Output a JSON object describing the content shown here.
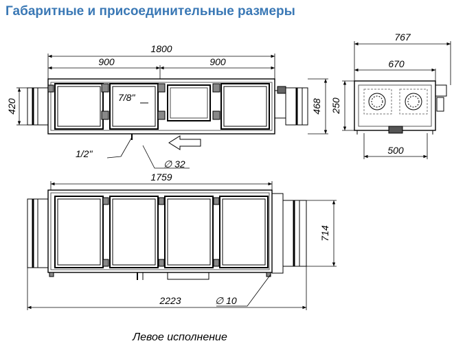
{
  "title": "Габаритные и присоединительные размеры",
  "caption": "Левое исполнение",
  "dimensions": {
    "top_total": "1800",
    "top_left": "900",
    "top_right": "900",
    "top_height_left": "420",
    "top_height_right": "468",
    "pipe_78": "7/8\"",
    "pipe_12": "1/2\"",
    "diam_32": "∅ 32",
    "side_outer": "767",
    "side_inner": "670",
    "side_height": "250",
    "side_bottom": "500",
    "bottom_inner": "1759",
    "bottom_height": "714",
    "bottom_total": "2223",
    "diam_10": "∅ 10"
  }
}
